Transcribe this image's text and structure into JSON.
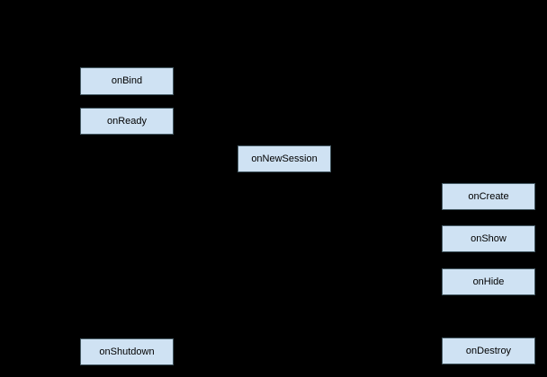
{
  "diagram": {
    "type": "flowchart",
    "background_color": "#000000",
    "node_fill_color": "#cfe2f3",
    "node_border_color": "#455a64",
    "node_text_color": "#000000",
    "nodes": [
      {
        "id": "onBind",
        "label": "onBind"
      },
      {
        "id": "onReady",
        "label": "onReady"
      },
      {
        "id": "onNewSession",
        "label": "onNewSession"
      },
      {
        "id": "onCreate",
        "label": "onCreate"
      },
      {
        "id": "onShow",
        "label": "onShow"
      },
      {
        "id": "onHide",
        "label": "onHide"
      },
      {
        "id": "onShutdown",
        "label": "onShutdown"
      },
      {
        "id": "onDestroy",
        "label": "onDestroy"
      }
    ]
  }
}
